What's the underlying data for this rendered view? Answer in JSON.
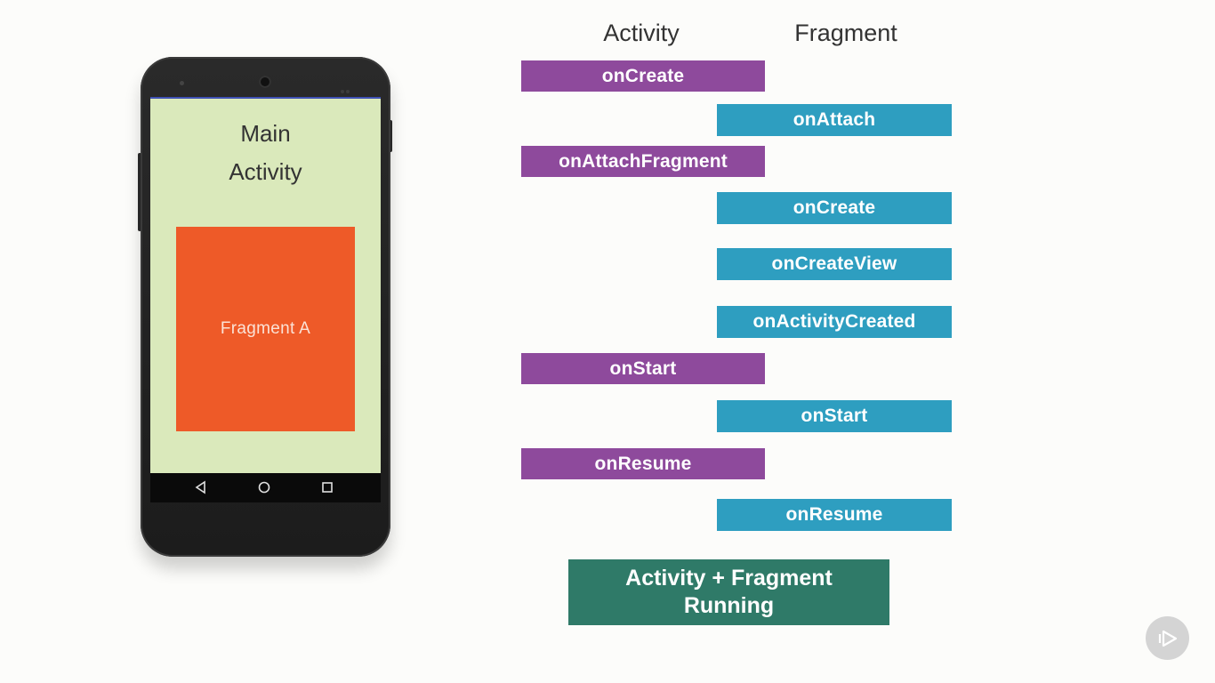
{
  "colors": {
    "activity": "#8e4a9c",
    "fragment": "#2e9ec0",
    "running": "#2f7a68",
    "screen_bg": "#dae9bb",
    "fragment_box": "#ee5a28"
  },
  "phone": {
    "screen_title": "Main\nActivity",
    "fragment_label": "Fragment A",
    "nav_icons": [
      "back-icon",
      "home-icon",
      "recents-icon"
    ]
  },
  "diagram": {
    "activity_header": "Activity",
    "fragment_header": "Fragment",
    "steps": [
      {
        "lane": "activity",
        "label": "onCreate"
      },
      {
        "lane": "fragment",
        "label": "onAttach"
      },
      {
        "lane": "activity",
        "label": "onAttachFragment"
      },
      {
        "lane": "fragment",
        "label": "onCreate"
      },
      {
        "lane": "fragment",
        "label": "onCreateView"
      },
      {
        "lane": "fragment",
        "label": "onActivityCreated"
      },
      {
        "lane": "activity",
        "label": "onStart"
      },
      {
        "lane": "fragment",
        "label": "onStart"
      },
      {
        "lane": "activity",
        "label": "onResume"
      },
      {
        "lane": "fragment",
        "label": "onResume"
      }
    ],
    "result": "Activity + Fragment\nRunning"
  },
  "player": {
    "play_icon": "play-icon"
  }
}
